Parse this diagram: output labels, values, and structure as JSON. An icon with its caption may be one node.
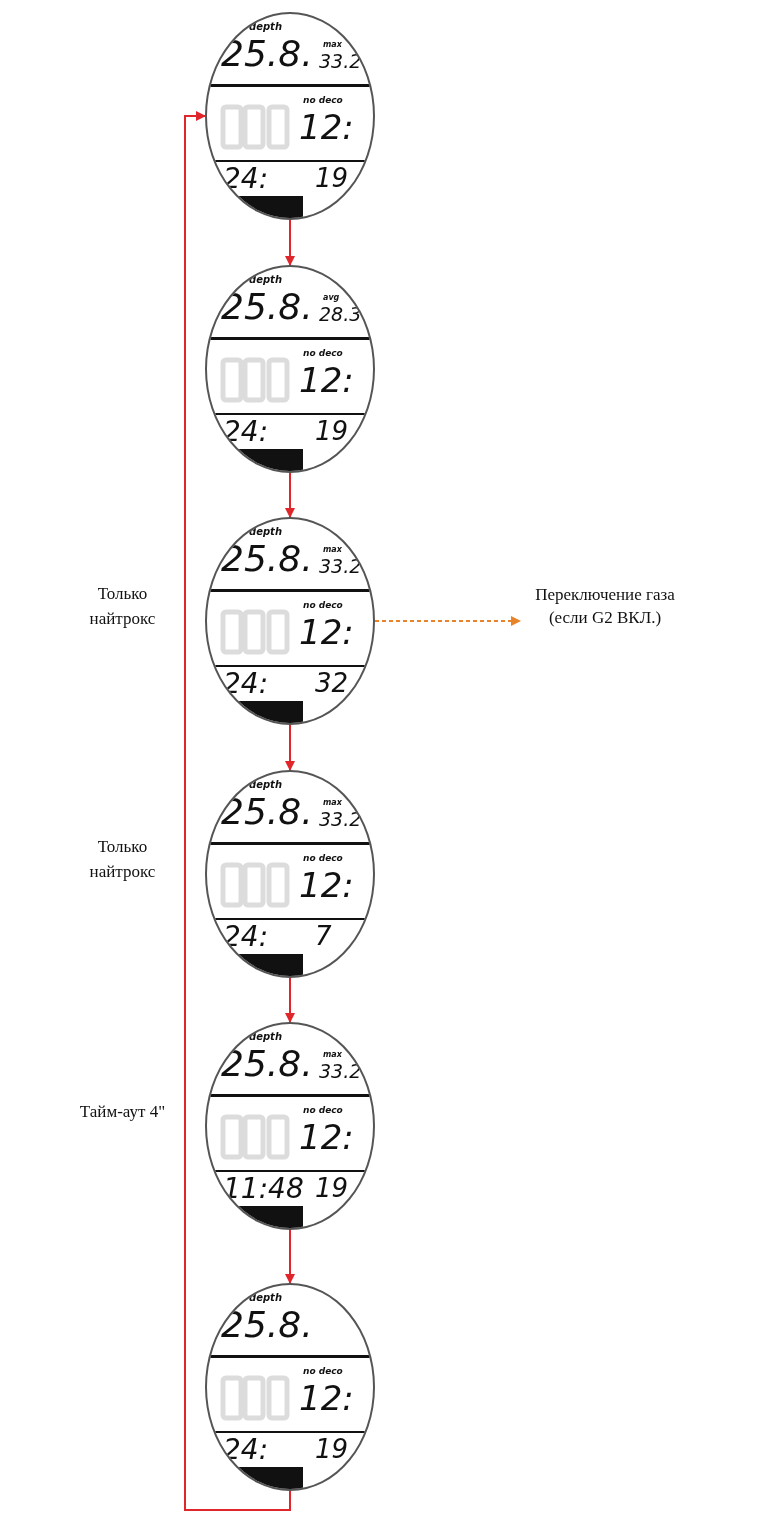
{
  "diagram": {
    "nodes": [
      {
        "text": [
          "depth",
          "25.8.",
          "max",
          "33.2",
          "no deco",
          "12:",
          "24:",
          "19"
        ]
      },
      {
        "text": [
          "depth",
          "25.8.",
          "avg",
          "28.3",
          "no deco",
          "12:",
          "24:",
          "19"
        ]
      },
      {
        "text": [
          "depth",
          "25.8.",
          "max",
          "33.2",
          "no deco",
          "12:",
          "24:",
          "32"
        ],
        "beside": [
          "Только найтрокс"
        ]
      },
      {
        "text": [
          "depth",
          "25.8.",
          "max",
          "33.2",
          "no deco",
          "12:",
          "24:",
          "7"
        ],
        "beside": [
          "Только найтрокс"
        ]
      },
      {
        "text": [
          "depth",
          "25.8.",
          "max",
          "33.2",
          "no deco",
          "12:",
          "11:48",
          "19"
        ],
        "beside": [
          "Тайм-аут 4\""
        ]
      },
      {
        "text": [
          "depth",
          "25.8.",
          "no deco",
          "12:",
          "24:",
          "19"
        ]
      },
      {
        "text": [
          "Переключение газа (если G2 ВКЛ.)"
        ]
      }
    ],
    "edges": [
      {
        "from": 0,
        "to": 1,
        "arrow": "to"
      },
      {
        "from": 1,
        "to": 2,
        "arrow": "to"
      },
      {
        "from": 2,
        "to": 3,
        "arrow": "to"
      },
      {
        "from": 3,
        "to": 4,
        "arrow": "to"
      },
      {
        "from": 4,
        "to": 5,
        "arrow": "to"
      },
      {
        "from": 5,
        "to": 0,
        "arrow": "to"
      },
      {
        "from": 2,
        "to": 6,
        "arrow": "to",
        "style": "dashed",
        "color": "#e8832a"
      }
    ]
  }
}
